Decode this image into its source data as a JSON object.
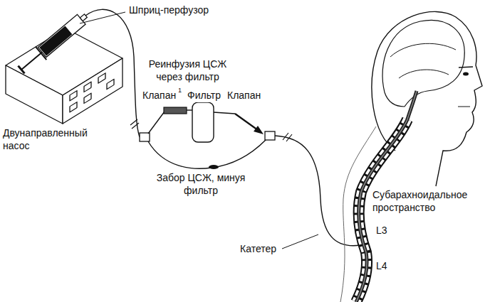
{
  "diagram": {
    "labels": [
      "Шприц-перфузор",
      "Реинфузия ЦСЖ через фильтр",
      "Клапан",
      "1",
      "Фильтр",
      "Клапан",
      "Двунаправленный насос",
      "Забор ЦСЖ, минуя фильтр",
      "Субарахноидальное пространство",
      "L3",
      "L4",
      "Катетер"
    ]
  }
}
